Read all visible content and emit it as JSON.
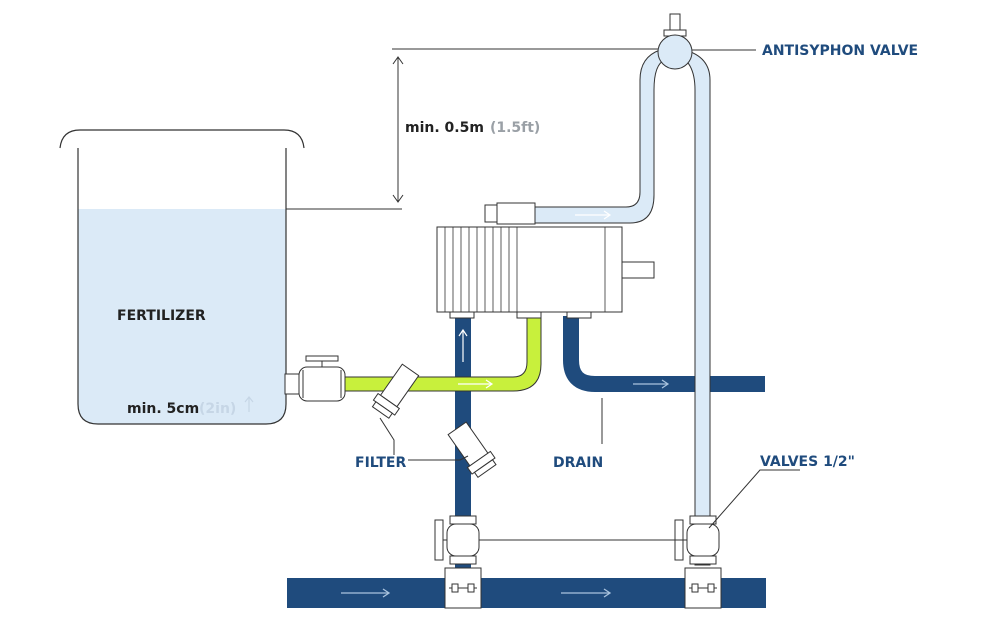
{
  "labels": {
    "antisyphon_valve": "ANTISYPHON VALVE",
    "min_height": "min. 0.5m",
    "min_height_imperial": "(1.5ft)",
    "fertilizer": "FERTILIZER",
    "min_depth": "min. 5cm",
    "min_depth_imperial": "(2in)",
    "filter": "FILTER",
    "drain": "DRAIN",
    "valves": "VALVES  1/2\""
  },
  "colors": {
    "main_pipe": "#1f4b7d",
    "fertilizer_pipe": "#c8f03c",
    "light_pipe": "#dbeaf7",
    "tank_liquid": "#dbeaf7",
    "outline": "#333333",
    "label": "#1f4b7d"
  }
}
